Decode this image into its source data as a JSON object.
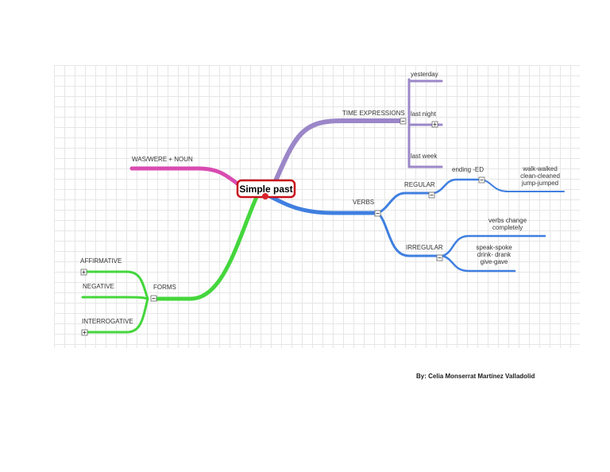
{
  "root": {
    "label": "Simple past"
  },
  "branches": {
    "time_expressions": {
      "label": "TIME EXPRESSIONS",
      "color": "#9b87c8",
      "children": [
        "yesterday",
        "last night",
        "last week"
      ]
    },
    "noun": {
      "label": "WAS/WERE + NOUN",
      "color": "#d94bb0"
    },
    "verbs": {
      "label": "VERBS",
      "color": "#3f7fe0",
      "regular": {
        "label": "REGULAR",
        "ending": "ending -ED",
        "examples": [
          "walk-walked",
          "clean-cleaned",
          "jump-jumped"
        ]
      },
      "irregular": {
        "label": "IRREGULAR",
        "note": [
          "verbs change",
          "completely"
        ],
        "examples": [
          "speak-spoke",
          "drink- drank",
          "give-gave"
        ]
      }
    },
    "forms": {
      "label": "FORMS",
      "color": "#44d63c",
      "children": [
        "AFFIRMATIVE",
        "NEGATIVE",
        "INTERROGATIVE"
      ]
    }
  },
  "credit": "By: Celia Monserrat Martínez Valladolid"
}
